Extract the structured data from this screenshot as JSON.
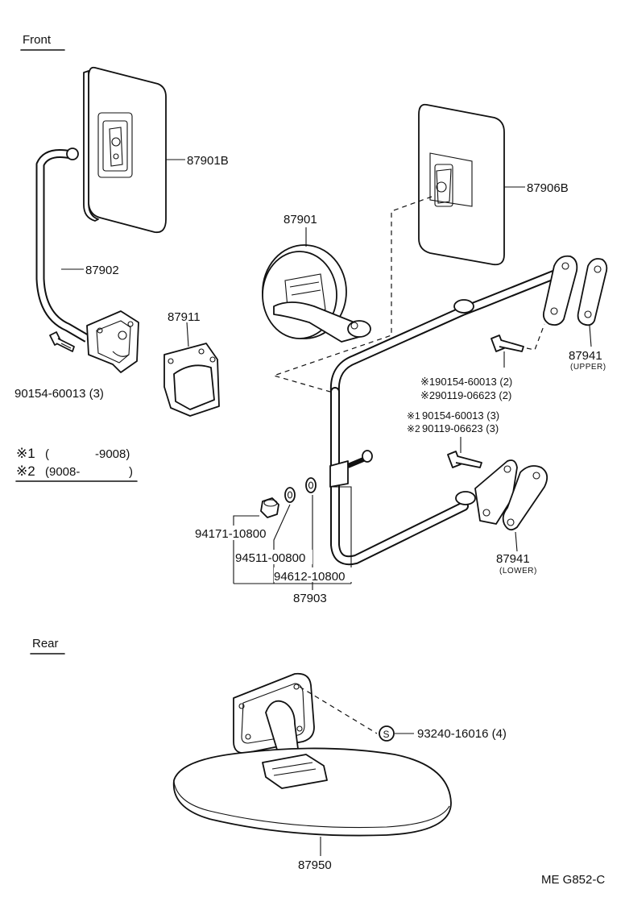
{
  "sections": {
    "front": "Front",
    "rear": "Rear"
  },
  "parts": {
    "p87901B": "87901B",
    "p87906B": "87906B",
    "p87901": "87901",
    "p87902": "87902",
    "p87911": "87911",
    "p90154_front": "90154-60013 (3)",
    "p87941_upper": "87941",
    "upper_note": "(UPPER)",
    "p87941_lower": "87941",
    "lower_note": "(LOWER)",
    "s1_upper_bolt": "※190154-60013 (2)",
    "s2_upper_bolt": "※290119-06623 (2)",
    "s1_mid_mark": "※1",
    "s1_mid_bolt": "90154-60013 (3)",
    "s2_mid_mark": "※2",
    "s2_mid_bolt": "90119-06623 (3)",
    "p94171": "94171-10800",
    "p94511": "94511-00800",
    "p94612": "94612-10800",
    "p87903": "87903",
    "p93240": "93240-16016 (4)",
    "s_symbol": "S",
    "p87950": "87950"
  },
  "legend": {
    "note1_mark": "※1",
    "note1_open": "(",
    "note1_range": "-9008)",
    "note2_mark": "※2",
    "note2_range": "(9008-",
    "note2_close": ")"
  },
  "diagram_code": "ME G852-C"
}
